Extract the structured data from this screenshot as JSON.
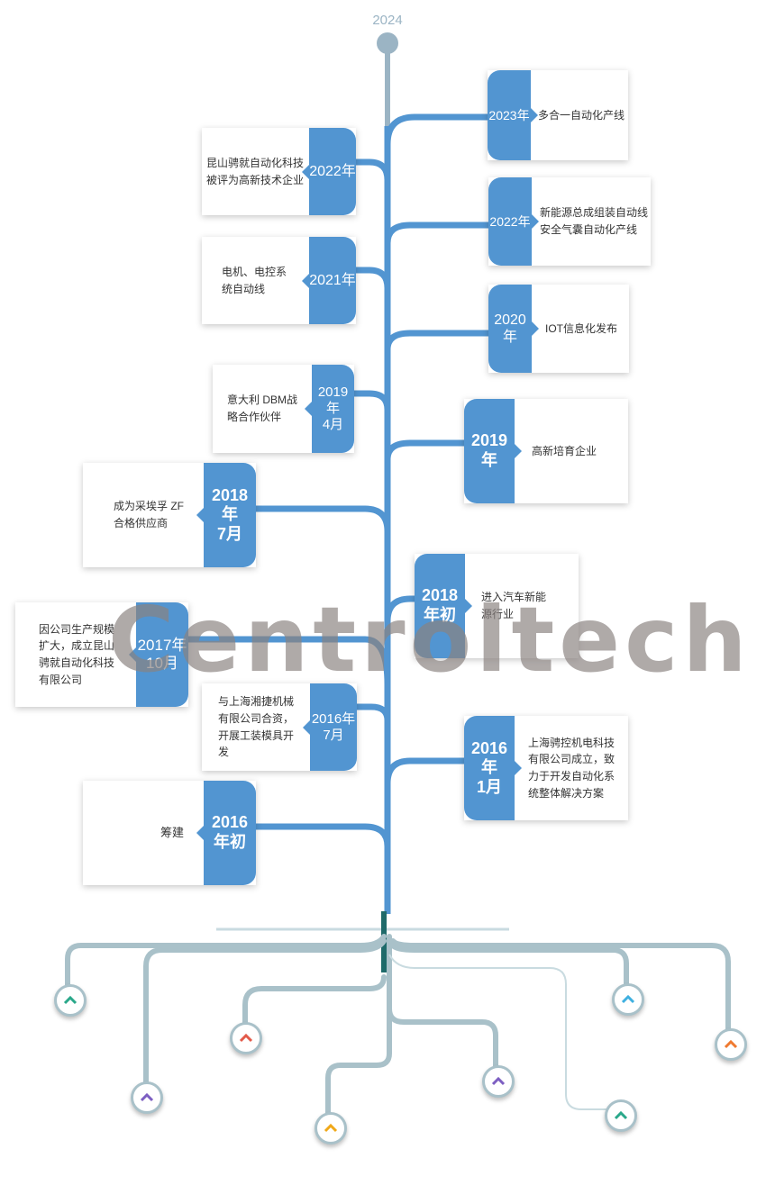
{
  "top_year": "2024",
  "watermark": "Centroltech",
  "colors": {
    "accent": "#5295d1",
    "trunk": "#5295d1",
    "roots": "#a9c1c9",
    "top_stem": "#9bb4c4"
  },
  "milestones": {
    "l2022": {
      "year": "2022年",
      "text": "昆山骋就自动化科技\n被评为高新技术企业"
    },
    "l2021": {
      "year": "2021年",
      "text": "电机、电控系\n统自动线"
    },
    "l2019_4": {
      "year": "2019年\n4月",
      "text": "意大利 DBM战\n略合作伙伴"
    },
    "l2018_7": {
      "year": "2018年\n7月",
      "text": "成为采埃孚 ZF\n合格供应商"
    },
    "l2017_10": {
      "year": "2017年\n10月",
      "text": "因公司生产规模\n扩大，成立昆山\n骋就自动化科技\n有限公司"
    },
    "l2016_7": {
      "year": "2016年\n7月",
      "text": "与上海湘捷机械\n有限公司合资，\n开展工装模具开\n发"
    },
    "l2016_early": {
      "year": "2016\n年初",
      "text": "筹建"
    },
    "r2023": {
      "year": "2023年",
      "text": "多合一自动化产线"
    },
    "r2022": {
      "year": "2022年",
      "text": "新能源总成组装自动线\n安全气囊自动化产线"
    },
    "r2020": {
      "year": "2020年",
      "text": "IOT信息化发布"
    },
    "r2019": {
      "year": "2019年",
      "text": "高新培育企业"
    },
    "r2018_early": {
      "year": "2018\n年初",
      "text": "进入汽车新能\n源行业"
    },
    "r2016_1": {
      "year": "2016年\n1月",
      "text": "上海骋控机电科技\n有限公司成立，致\n力于开发自动化系\n统整体解决方案"
    }
  },
  "root_icons": [
    {
      "name": "chevron-up-icon",
      "color": "#2aa88a"
    },
    {
      "name": "chevron-up-icon",
      "color": "#7d5fc2"
    },
    {
      "name": "chevron-up-icon",
      "color": "#e35a4a"
    },
    {
      "name": "chevron-up-icon",
      "color": "#f0a818"
    },
    {
      "name": "chevron-up-icon",
      "color": "#7d5fc2"
    },
    {
      "name": "chevron-up-icon",
      "color": "#3fb0e0"
    },
    {
      "name": "chevron-up-icon",
      "color": "#2aa88a"
    },
    {
      "name": "chevron-up-icon",
      "color": "#ef7a30"
    }
  ]
}
